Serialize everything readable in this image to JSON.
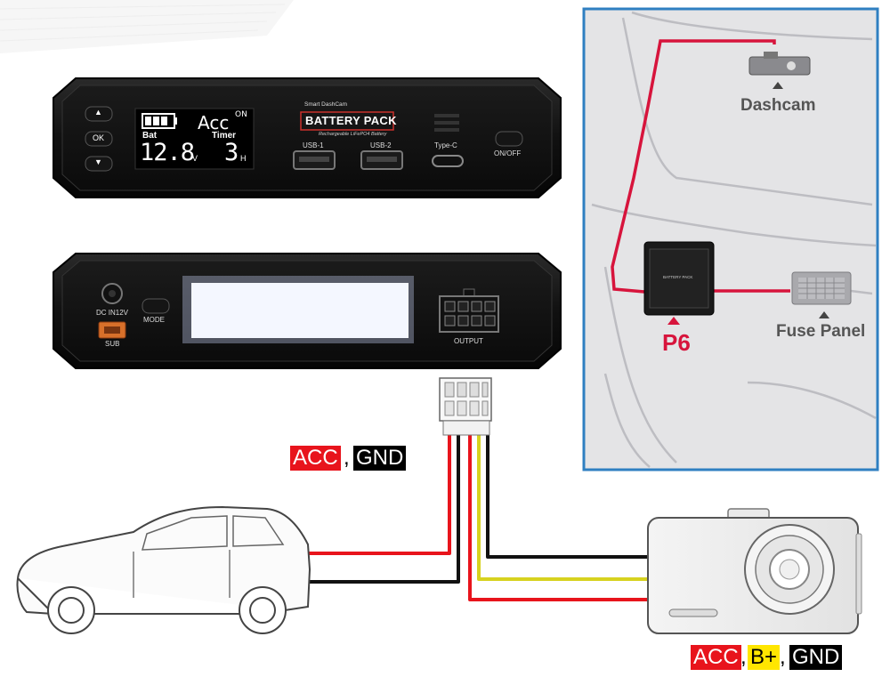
{
  "front_panel": {
    "buttons": {
      "up": "▲",
      "ok": "OK",
      "down": "▼"
    },
    "display": {
      "mode": "Acc",
      "state": "ON",
      "bat_label": "Bat",
      "timer_label": "Timer",
      "voltage": "12.8",
      "voltage_unit": "V",
      "timer_value": "3",
      "timer_unit": "H"
    },
    "brand_small": "Smart DashCam",
    "brand_title": "BATTERY PACK",
    "brand_sub": "Rechargeable LiFePO4 Battery",
    "port_usb1": "USB-1",
    "port_usb2": "USB-2",
    "port_typec": "Type-C",
    "power_button": "ON/OFF"
  },
  "back_panel": {
    "dc_in": "DC IN12V",
    "mode_button": "MODE",
    "sub_label": "SUB",
    "output_label": "OUTPUT"
  },
  "inset": {
    "dashcam_label": "Dashcam",
    "battery_label": "BATTERY PACK",
    "p6_label": "P6",
    "fuse_label": "Fuse Panel"
  },
  "wire_labels": {
    "car_side": {
      "acc": "ACC",
      "sep": ",",
      "gnd": "GND"
    },
    "cam_side": {
      "acc": "ACC",
      "sep1": ",",
      "bplus": "B+",
      "sep2": ",",
      "gnd": "GND"
    }
  },
  "colors": {
    "wire_red": "#e8141c",
    "wire_yellow": "#d7d21f",
    "wire_black": "#111111",
    "inset_border": "#2f7fc1",
    "accent_red": "#d7143c"
  }
}
